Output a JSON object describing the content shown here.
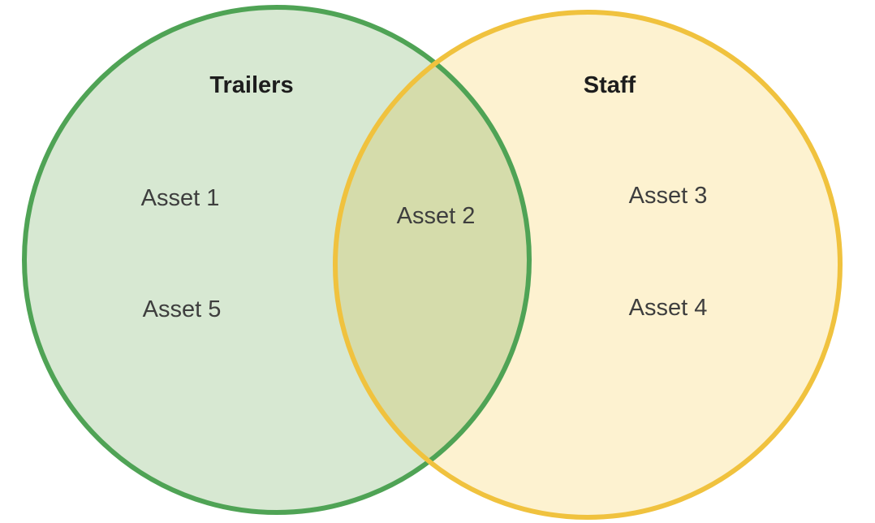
{
  "diagram": {
    "type": "venn",
    "left": {
      "label": "Trailers",
      "items": [
        "Asset 1",
        "Asset 5"
      ],
      "stroke": "#4fa355",
      "fill": "#d7e8d2"
    },
    "right": {
      "label": "Staff",
      "items": [
        "Asset 3",
        "Asset 4"
      ],
      "stroke": "#f0c23e",
      "fill": "#fdf2d0"
    },
    "overlap": {
      "sets": [
        "Trailers",
        "Staff"
      ],
      "items": [
        "Asset 2"
      ]
    }
  },
  "styles": {
    "title_color": "#1d1d1d",
    "item_color": "#3e3e3e",
    "background": "#ffffff"
  }
}
